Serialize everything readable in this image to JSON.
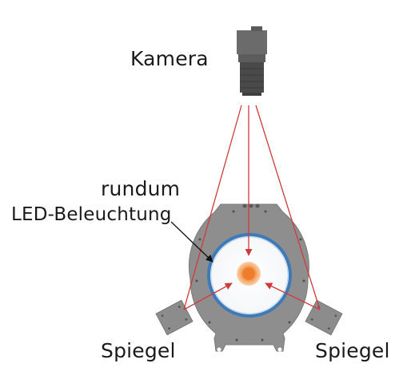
{
  "labels": {
    "camera": "Kamera",
    "led_line1": "rundum",
    "led_line2": "LED-Beleuchtung",
    "mirror_left": "Spiegel",
    "mirror_right": "Spiegel"
  },
  "colors": {
    "camera_body": "#6b6b6b",
    "camera_lens": "#4a4a4a",
    "housing": "#8e8e8e",
    "mirror": "#8c8c8c",
    "led_ring": "#3d7ab8",
    "beam": "#cf3b3b",
    "sample_outer": "#f6b27a",
    "sample_inner": "#ef7a2b",
    "pointer": "#111111"
  }
}
